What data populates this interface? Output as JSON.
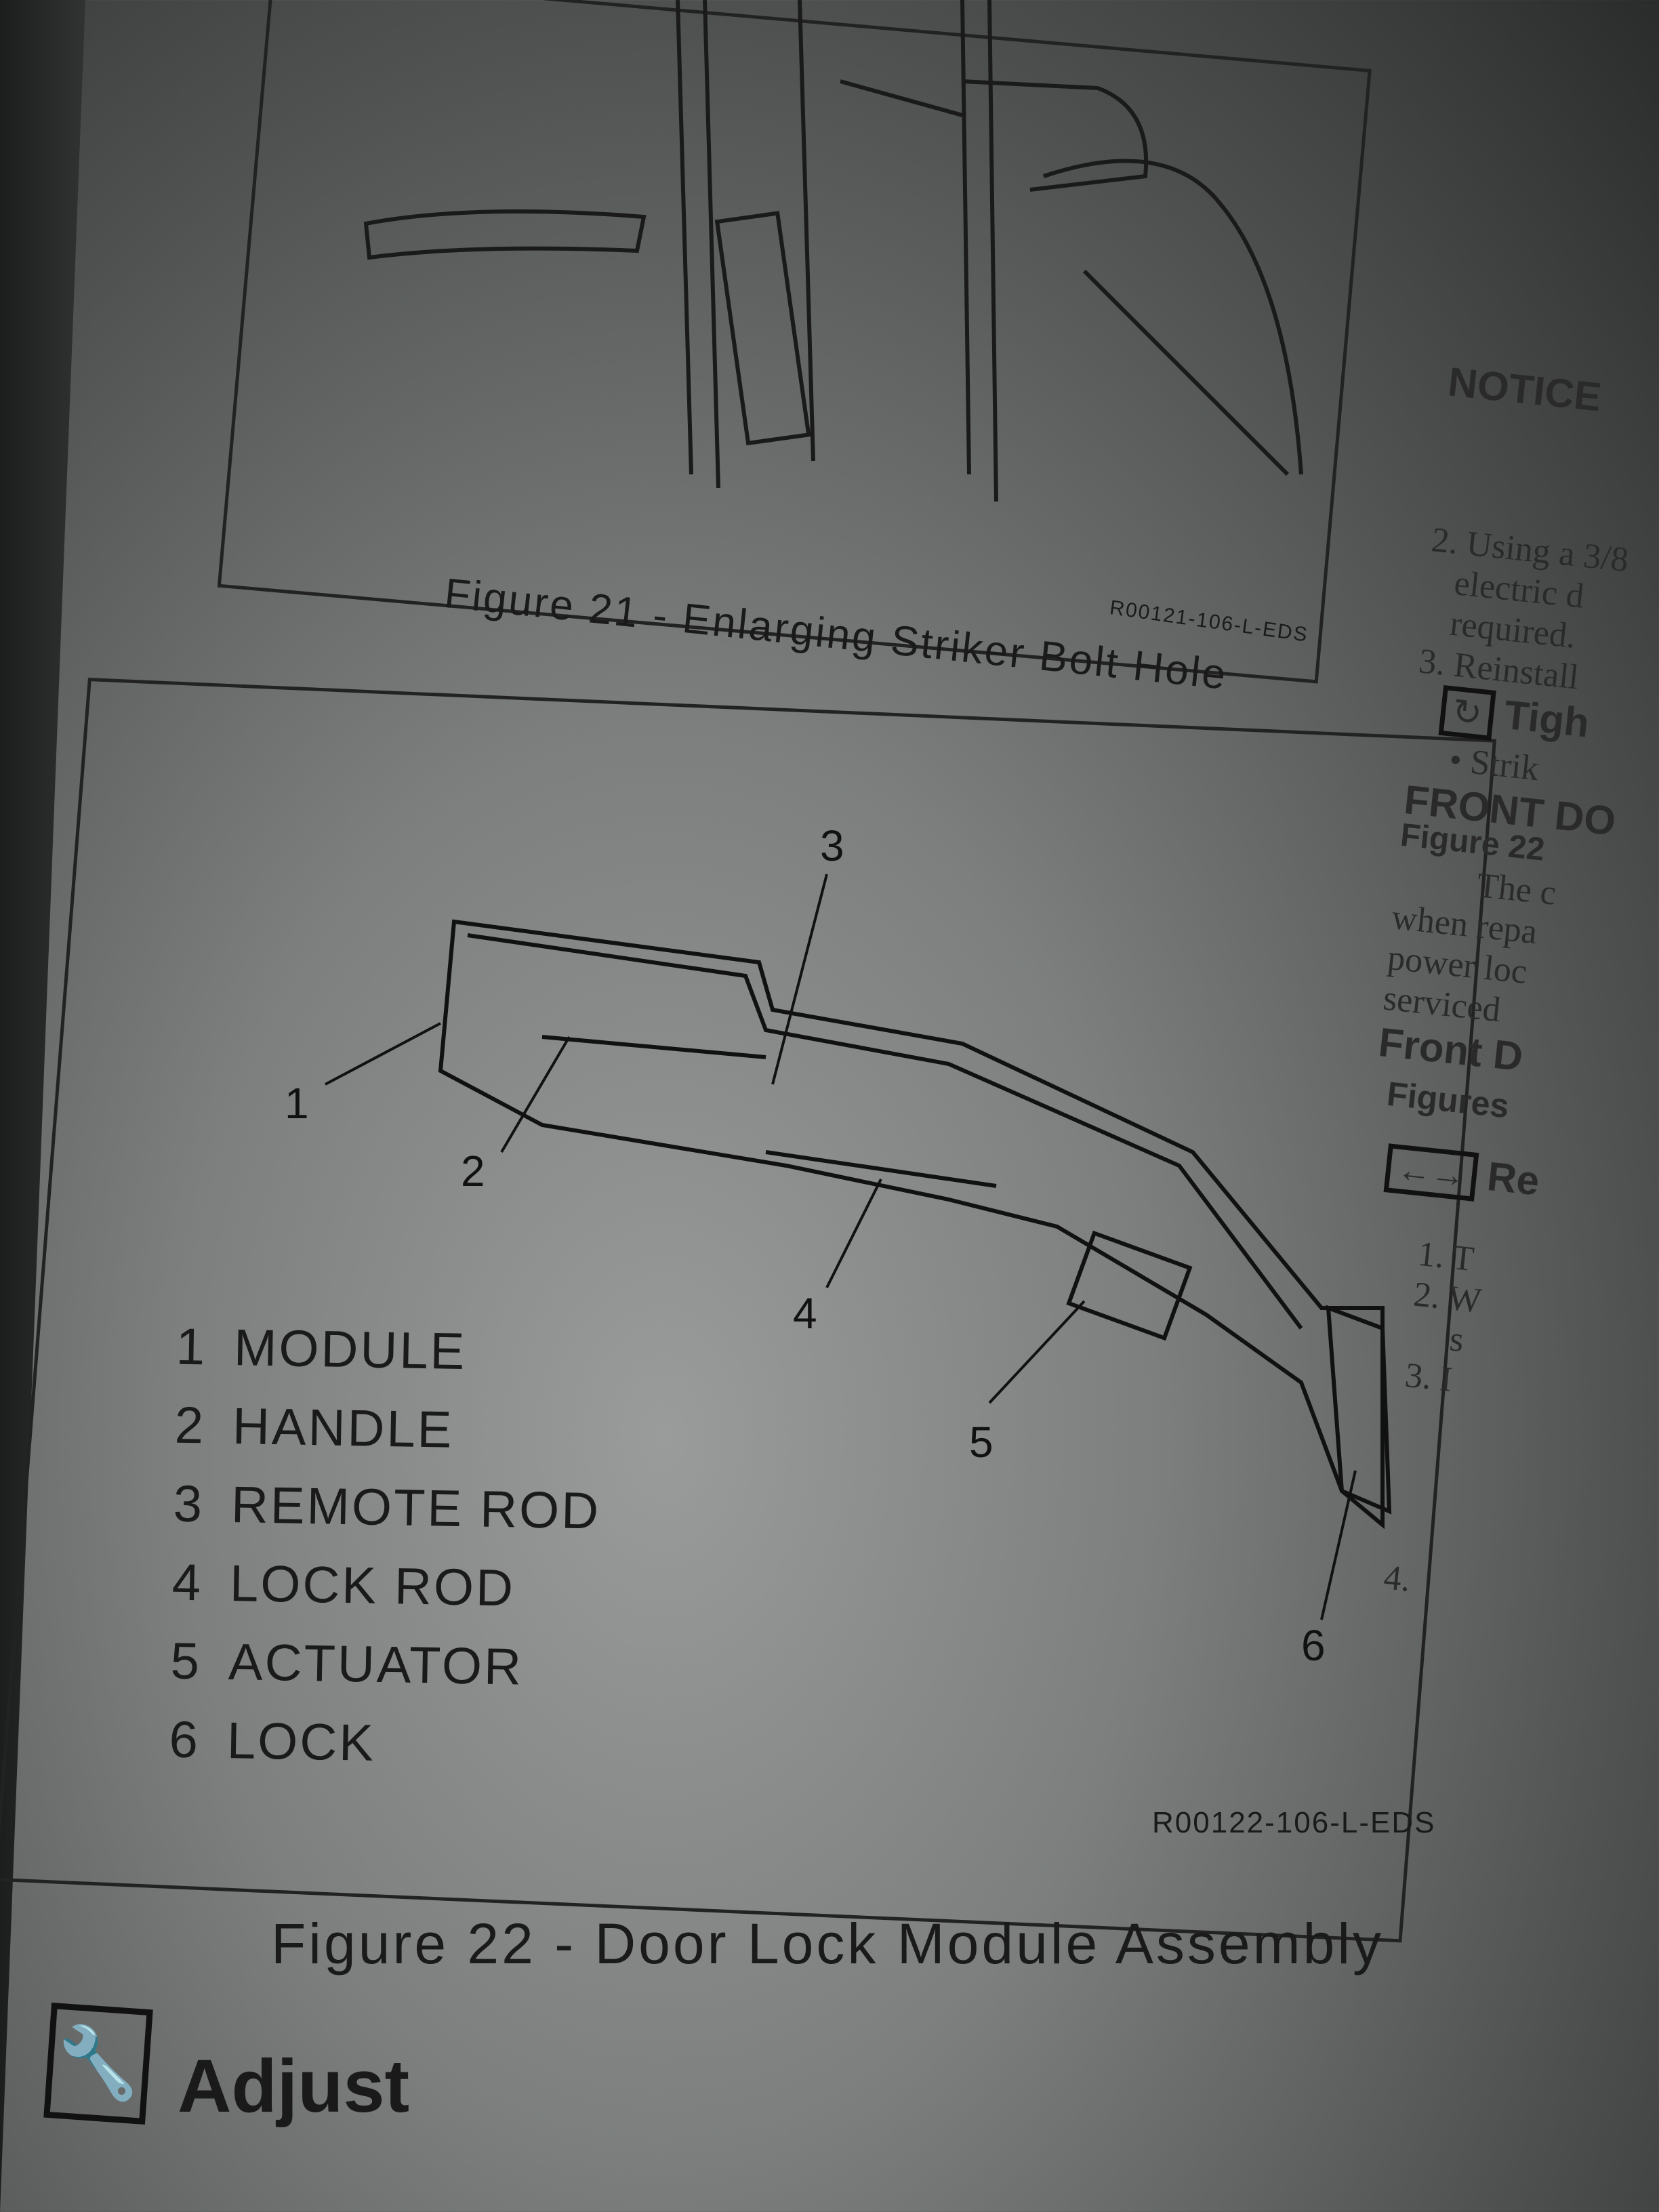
{
  "figure21": {
    "caption": "Figure 21 - Enlarging Striker Bolt Hole",
    "code": "R00121-106-L-EDS"
  },
  "figure22": {
    "caption": "Figure 22 - Door Lock Module Assembly",
    "code": "R00122-106-L-EDS",
    "callouts": [
      "1",
      "2",
      "3",
      "4",
      "5",
      "6"
    ],
    "legend": [
      {
        "n": "1",
        "label": "MODULE"
      },
      {
        "n": "2",
        "label": "HANDLE"
      },
      {
        "n": "3",
        "label": "REMOTE ROD"
      },
      {
        "n": "4",
        "label": "LOCK ROD"
      },
      {
        "n": "5",
        "label": "ACTUATOR"
      },
      {
        "n": "6",
        "label": "LOCK"
      }
    ]
  },
  "section": {
    "title": "Adjust"
  },
  "right_column": {
    "notice": "NOTICE",
    "step2a": "2. Using a 3/8",
    "step2b": "electric d",
    "step2c": "required.",
    "step3": "3. Reinstall",
    "tighten": "Tigh",
    "bullet": "• Strik",
    "heading": "FRONT DO",
    "figref": "Figure 22",
    "p1": "The c",
    "p2": "when repa",
    "p3": "power loc",
    "p4": "serviced",
    "subheading": "Front D",
    "figures": "Figures",
    "remove": "Re",
    "s1": "1. T",
    "s2": "2. W",
    "s2b": "s",
    "s3": "3. I",
    "s4": "4."
  }
}
